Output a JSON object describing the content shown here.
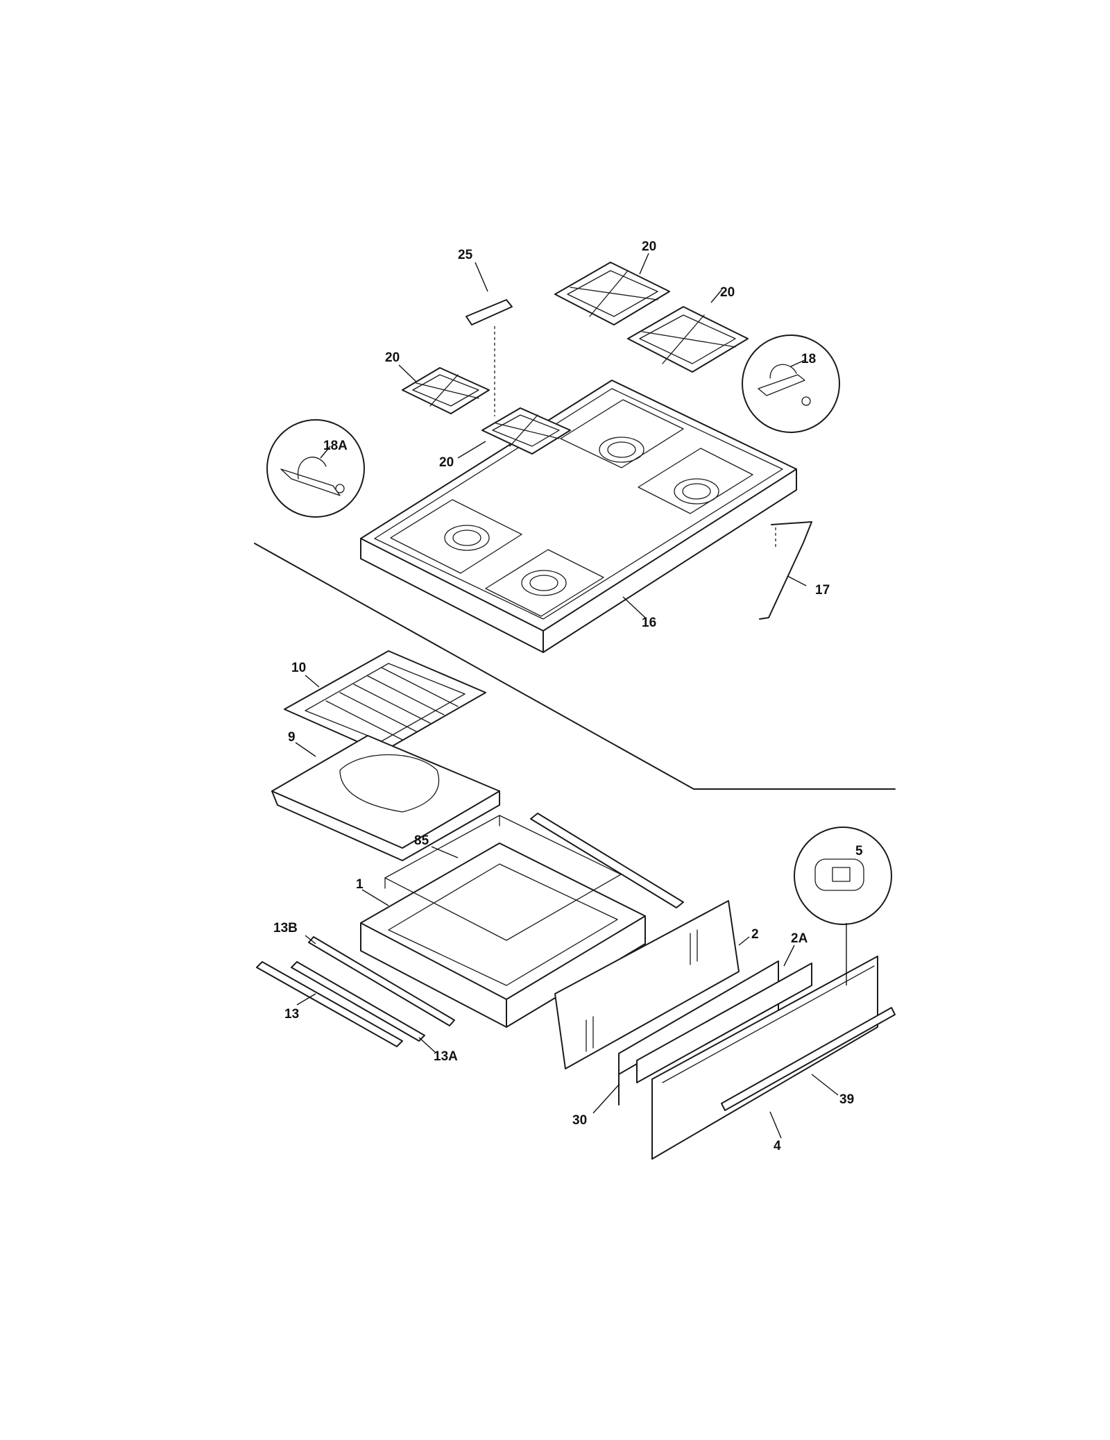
{
  "callouts": {
    "c25": "25",
    "c20a": "20",
    "c20b": "20",
    "c20c": "20",
    "c20d": "20",
    "c18": "18",
    "c18a": "18A",
    "c17": "17",
    "c16": "16",
    "c10": "10",
    "c9": "9",
    "c85": "85",
    "c1": "1",
    "c13b": "13B",
    "c13": "13",
    "c13a": "13A",
    "c5": "5",
    "c2": "2",
    "c2a": "2A",
    "c30": "30",
    "c39": "39",
    "c4": "4"
  },
  "colors": {
    "ink": "#1a1a1a",
    "paper": "#ffffff"
  }
}
